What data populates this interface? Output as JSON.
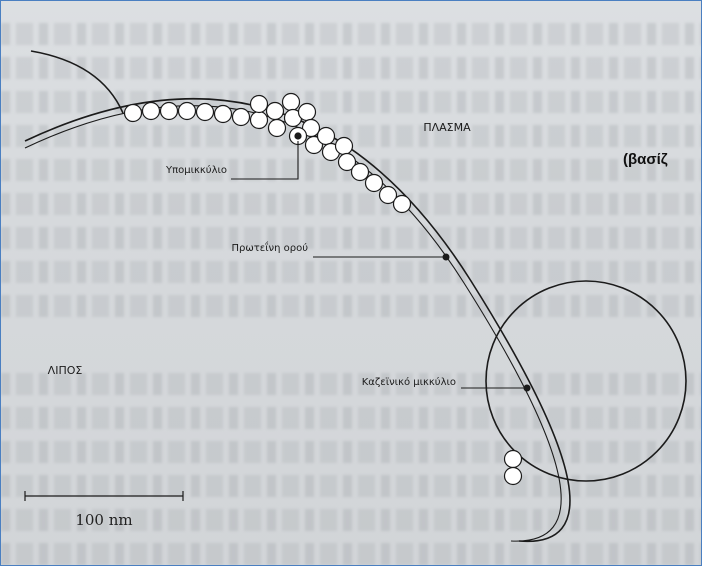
{
  "labels": {
    "plasma": "ΠΛΑΣΜΑ",
    "fat": "ΛΙΠΟΣ",
    "submicelle": "Υπομικκύλιο",
    "serum_protein": "Πρωτεΐνη ορού",
    "casein_micelle": "Καζεϊνικό μικκύλιο",
    "scale_bar": "100 nm"
  },
  "side_note": "(βασίζ",
  "colors": {
    "background": "#d6d9dc",
    "ink": "#1b1b1b",
    "frame_border": "#4a7fc1"
  }
}
